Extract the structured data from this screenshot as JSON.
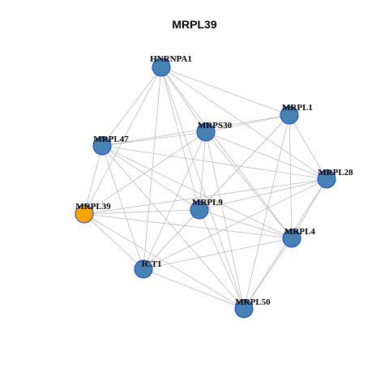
{
  "title": "MRPL39",
  "colors": {
    "node_fill": "#4682b4",
    "node_stroke": "#1a3fc7",
    "highlight_fill": "#ffa500",
    "edge": "#bdbdbd",
    "label": "#000000"
  },
  "nodes": [
    {
      "id": "HNRNPA1",
      "label": "HNRNPA1",
      "highlight": false
    },
    {
      "id": "MRPL1",
      "label": "MRPL1",
      "highlight": false
    },
    {
      "id": "MRPS30",
      "label": "MRPS30",
      "highlight": false
    },
    {
      "id": "MRPL47",
      "label": "MRPL47",
      "highlight": false
    },
    {
      "id": "MRPL28",
      "label": "MRPL28",
      "highlight": false
    },
    {
      "id": "MRPL39",
      "label": "MRPL39",
      "highlight": true
    },
    {
      "id": "MRPL9",
      "label": "MRPL9",
      "highlight": false
    },
    {
      "id": "MRPL4",
      "label": "MRPL4",
      "highlight": false
    },
    {
      "id": "ICT1",
      "label": "ICT1",
      "highlight": false
    },
    {
      "id": "MRPL50",
      "label": "MRPL50",
      "highlight": false
    }
  ],
  "edges": [
    [
      "HNRNPA1",
      "MRPL1"
    ],
    [
      "HNRNPA1",
      "MRPS30"
    ],
    [
      "HNRNPA1",
      "MRPL47"
    ],
    [
      "HNRNPA1",
      "MRPL28"
    ],
    [
      "HNRNPA1",
      "MRPL39"
    ],
    [
      "HNRNPA1",
      "MRPL9"
    ],
    [
      "HNRNPA1",
      "MRPL4"
    ],
    [
      "HNRNPA1",
      "ICT1"
    ],
    [
      "HNRNPA1",
      "MRPL50"
    ],
    [
      "MRPL1",
      "MRPS30"
    ],
    [
      "MRPL1",
      "MRPL47"
    ],
    [
      "MRPL1",
      "MRPL28"
    ],
    [
      "MRPL1",
      "MRPL9"
    ],
    [
      "MRPL1",
      "MRPL4"
    ],
    [
      "MRPL1",
      "ICT1"
    ],
    [
      "MRPL1",
      "MRPL50"
    ],
    [
      "MRPS30",
      "MRPL47"
    ],
    [
      "MRPS30",
      "MRPL28"
    ],
    [
      "MRPS30",
      "MRPL39"
    ],
    [
      "MRPS30",
      "MRPL9"
    ],
    [
      "MRPS30",
      "MRPL4"
    ],
    [
      "MRPS30",
      "ICT1"
    ],
    [
      "MRPS30",
      "MRPL50"
    ],
    [
      "MRPL47",
      "MRPL28"
    ],
    [
      "MRPL47",
      "MRPL39"
    ],
    [
      "MRPL47",
      "MRPL9"
    ],
    [
      "MRPL47",
      "MRPL4"
    ],
    [
      "MRPL47",
      "ICT1"
    ],
    [
      "MRPL47",
      "MRPL50"
    ],
    [
      "MRPL28",
      "MRPL39"
    ],
    [
      "MRPL28",
      "MRPL9"
    ],
    [
      "MRPL28",
      "MRPL4"
    ],
    [
      "MRPL28",
      "ICT1"
    ],
    [
      "MRPL28",
      "MRPL50"
    ],
    [
      "MRPL39",
      "MRPL9"
    ],
    [
      "MRPL39",
      "MRPL4"
    ],
    [
      "MRPL39",
      "ICT1"
    ],
    [
      "MRPL39",
      "MRPL50"
    ],
    [
      "MRPL9",
      "MRPL4"
    ],
    [
      "MRPL9",
      "ICT1"
    ],
    [
      "MRPL9",
      "MRPL50"
    ],
    [
      "MRPL4",
      "ICT1"
    ],
    [
      "MRPL4",
      "MRPL50"
    ],
    [
      "ICT1",
      "MRPL50"
    ]
  ]
}
